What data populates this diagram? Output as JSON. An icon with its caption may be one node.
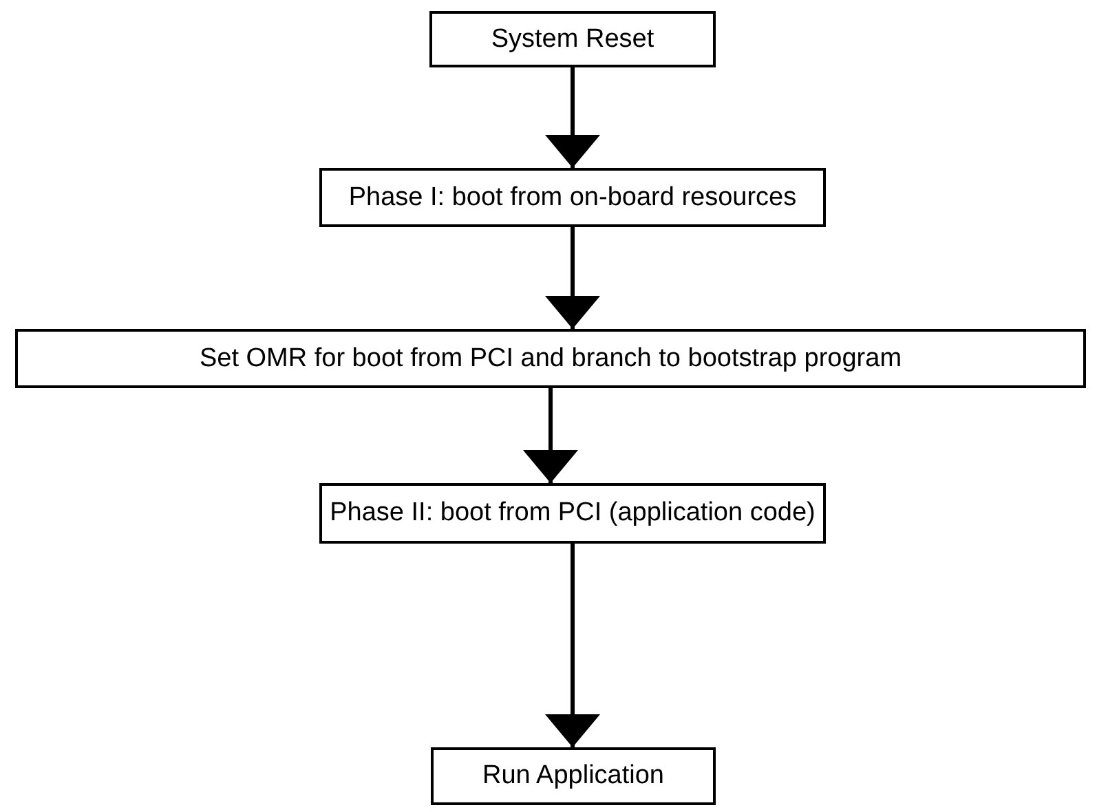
{
  "diagram": {
    "nodes": [
      {
        "text": [
          "System Reset"
        ]
      },
      {
        "text": [
          "Phase I: boot from on-board resources"
        ]
      },
      {
        "text": [
          "Set OMR for boot from PCI and branch to bootstrap program"
        ]
      },
      {
        "text": [
          "Phase II: boot from PCI (application code)"
        ]
      },
      {
        "text": [
          "Run Application"
        ]
      }
    ],
    "edges": [
      {
        "from": 0,
        "to": 1,
        "arrow": "to"
      },
      {
        "from": 1,
        "to": 2,
        "arrow": "to"
      },
      {
        "from": 2,
        "to": 3,
        "arrow": "to"
      },
      {
        "from": 3,
        "to": 4,
        "arrow": "to"
      }
    ]
  }
}
